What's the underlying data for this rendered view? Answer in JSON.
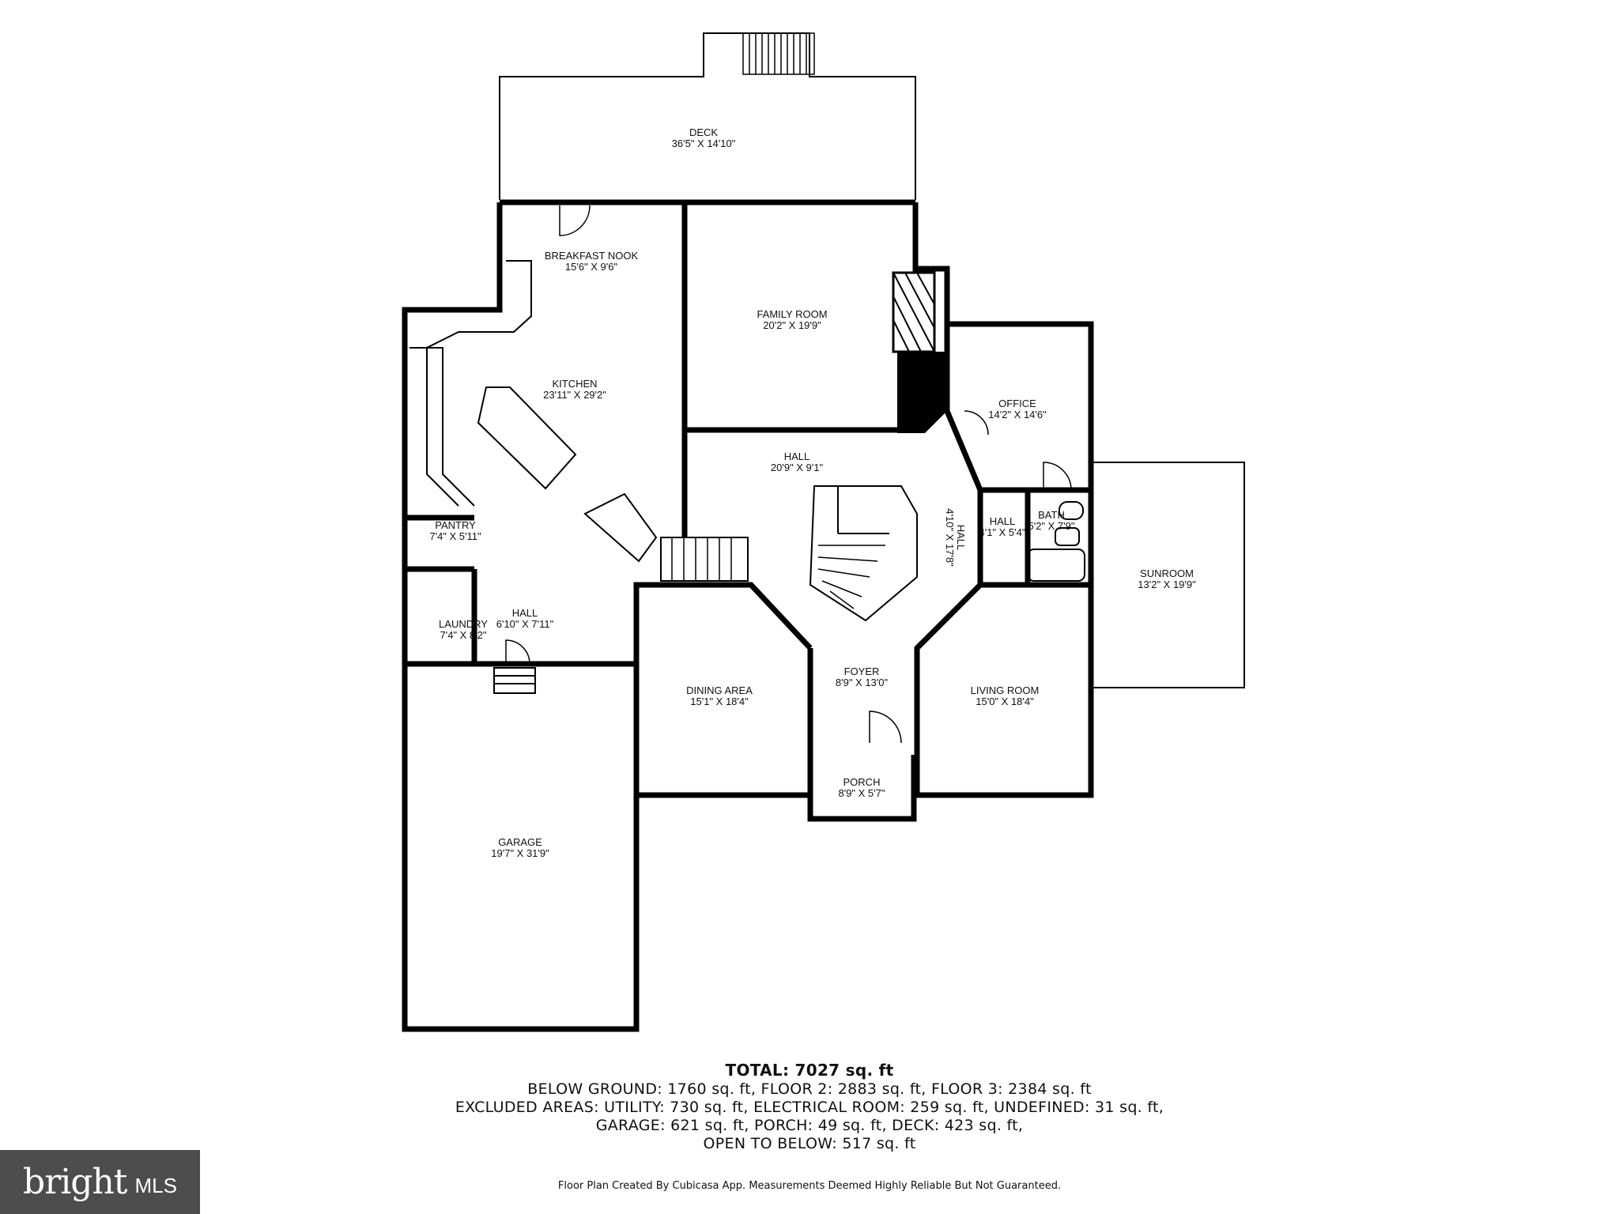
{
  "rooms": [
    {
      "key": "deck",
      "name": "DECK",
      "dims": "36'5\" X 14'10\""
    },
    {
      "key": "breakfast",
      "name": "BREAKFAST NOOK",
      "dims": "15'6\" X 9'6\""
    },
    {
      "key": "family",
      "name": "FAMILY ROOM",
      "dims": "20'2\" X 19'9\""
    },
    {
      "key": "kitchen",
      "name": "KITCHEN",
      "dims": "23'11\" X 29'2\""
    },
    {
      "key": "office",
      "name": "OFFICE",
      "dims": "14'2\" X 14'6\""
    },
    {
      "key": "hall_main",
      "name": "HALL",
      "dims": "20'9\" X 9'1\""
    },
    {
      "key": "hall_vertical",
      "name": "HALL",
      "dims": "4'10\" X 17'8\""
    },
    {
      "key": "hall_small",
      "name": "HALL",
      "dims": "4'1\" X 5'4\""
    },
    {
      "key": "bath",
      "name": "BATH",
      "dims": "5'2\" X 7'9\""
    },
    {
      "key": "pantry",
      "name": "PANTRY",
      "dims": "7'4\" X 5'11\""
    },
    {
      "key": "sunroom",
      "name": "SUNROOM",
      "dims": "13'2\" X 19'9\""
    },
    {
      "key": "laundry",
      "name": "LAUNDRY",
      "dims": "7'4\" X 8'2\""
    },
    {
      "key": "hall_laundry",
      "name": "HALL",
      "dims": "6'10\" X 7'11\""
    },
    {
      "key": "dining",
      "name": "DINING AREA",
      "dims": "15'1\" X 18'4\""
    },
    {
      "key": "foyer",
      "name": "FOYER",
      "dims": "8'9\" X 13'0\""
    },
    {
      "key": "living",
      "name": "LIVING ROOM",
      "dims": "15'0\" X 18'4\""
    },
    {
      "key": "porch",
      "name": "PORCH",
      "dims": "8'9\" X 5'7\""
    },
    {
      "key": "garage",
      "name": "GARAGE",
      "dims": "19'7\" X 31'9\""
    }
  ],
  "summary": {
    "total": "TOTAL: 7027 sq. ft",
    "line1": "BELOW GROUND: 1760 sq. ft, FLOOR 2: 2883 sq. ft, FLOOR 3: 2384 sq. ft",
    "line2": "EXCLUDED AREAS: UTILITY: 730 sq. ft, ELECTRICAL ROOM: 259 sq. ft, UNDEFINED: 31 sq. ft,",
    "line3": "GARAGE: 621 sq. ft, PORCH: 49 sq. ft, DECK: 423 sq. ft,",
    "line4": "OPEN TO BELOW: 517 sq. ft"
  },
  "credit": "Floor Plan Created By Cubicasa App. Measurements Deemed Highly Reliable But Not Guaranteed.",
  "logo": {
    "word": "bright",
    "suffix": "MLS"
  },
  "colors": {
    "wall": "#000000",
    "background": "#ffffff",
    "logo_background": "#4d4d4d",
    "logo_text": "#ffffff"
  }
}
